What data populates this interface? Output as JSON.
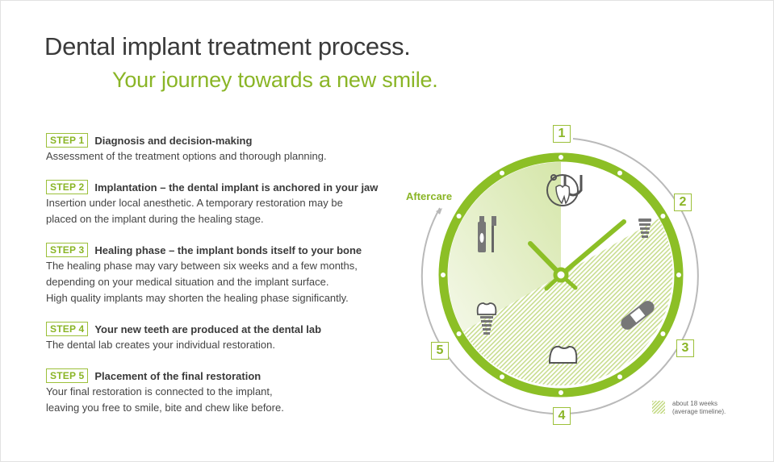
{
  "header": {
    "title": "Dental implant treatment process.",
    "subtitle": "Your journey towards a new smile."
  },
  "steps": [
    {
      "badge": "STEP 1",
      "title": "Diagnosis and decision-making",
      "desc": [
        "Assessment of the treatment options and thorough planning."
      ]
    },
    {
      "badge": "STEP 2",
      "title": "Implantation – the dental implant is anchored in your jaw",
      "desc": [
        "Insertion under local anesthetic. A temporary restoration may be",
        "placed on the implant during the healing stage."
      ]
    },
    {
      "badge": "STEP 3",
      "title": "Healing phase – the implant bonds itself to your bone",
      "desc": [
        "The healing phase may vary between six weeks and a few months,",
        "depending on your medical situation and the implant surface.",
        "High quality implants may shorten the healing phase significantly."
      ]
    },
    {
      "badge": "STEP 4",
      "title": "Your new teeth are produced at the dental lab",
      "desc": [
        "The dental lab creates your individual restoration."
      ]
    },
    {
      "badge": "STEP 5",
      "title": "Placement of the final restoration",
      "desc": [
        "Your final restoration is connected to the implant,",
        "leaving you free to smile, bite and chew like before."
      ]
    }
  ],
  "clock": {
    "numbers": [
      "1",
      "2",
      "3",
      "4",
      "5"
    ],
    "aftercare_label": "Aftercare",
    "icons": [
      "stethoscope-tooth-icon",
      "implant-screw-icon",
      "bandage-icon",
      "crown-icon",
      "implant-with-crown-icon",
      "toothpaste-toothbrush-icon"
    ]
  },
  "legend": {
    "line1": "about 18 weeks",
    "line2": "(average timeline)."
  },
  "colors": {
    "accent": "#8ab526",
    "ring": "#8cbf26",
    "text": "#3a3a3a",
    "icon": "#707070"
  }
}
